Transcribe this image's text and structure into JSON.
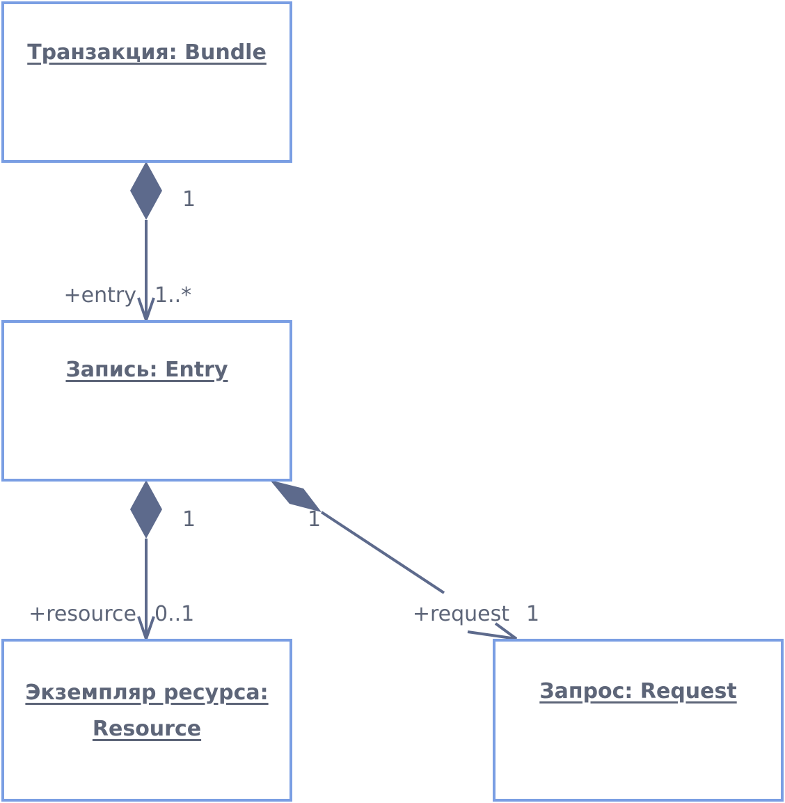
{
  "boxes": {
    "bundle": {
      "title": "Транзакция: Bundle"
    },
    "entry": {
      "title": "Запись: Entry"
    },
    "resource": {
      "title_line1": "Экземпляр ресурса:",
      "title_line2": "Resource"
    },
    "request": {
      "title": "Запрос: Request"
    }
  },
  "associations": {
    "bundle_entry": {
      "source_multiplicity": "1",
      "target_role": "+entry",
      "target_multiplicity": "1..*"
    },
    "entry_resource": {
      "source_multiplicity": "1",
      "target_role": "+resource",
      "target_multiplicity": "0..1"
    },
    "entry_request": {
      "source_multiplicity": "1",
      "target_role": "+request",
      "target_multiplicity": "1"
    }
  },
  "colors": {
    "box_border": "#7a9ee3",
    "line": "#5d6a8c",
    "text": "#5d6578"
  }
}
